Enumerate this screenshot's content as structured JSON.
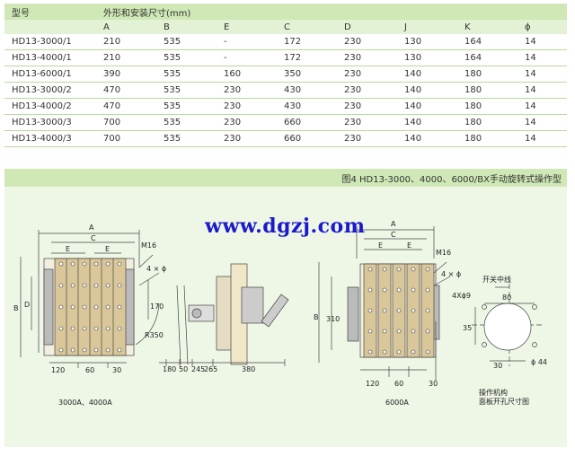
{
  "table": {
    "model_header": "型号",
    "group_header": "外形和安装尺寸(mm)",
    "columns": [
      "A",
      "B",
      "E",
      "C",
      "D",
      "J",
      "K",
      "ϕ"
    ],
    "rows": [
      {
        "model": "HD13-3000/1",
        "values": [
          "210",
          "535",
          "-",
          "172",
          "230",
          "130",
          "164",
          "14"
        ]
      },
      {
        "model": "HD13-4000/1",
        "values": [
          "210",
          "535",
          "-",
          "172",
          "230",
          "130",
          "164",
          "14"
        ]
      },
      {
        "model": "HD13-6000/1",
        "values": [
          "390",
          "535",
          "160",
          "350",
          "230",
          "140",
          "180",
          "14"
        ]
      },
      {
        "model": "HD13-3000/2",
        "values": [
          "470",
          "535",
          "230",
          "430",
          "230",
          "140",
          "180",
          "14"
        ]
      },
      {
        "model": "HD13-4000/2",
        "values": [
          "470",
          "535",
          "230",
          "430",
          "230",
          "140",
          "180",
          "14"
        ]
      },
      {
        "model": "HD13-3000/3",
        "values": [
          "700",
          "535",
          "230",
          "660",
          "230",
          "140",
          "180",
          "14"
        ]
      },
      {
        "model": "HD13-4000/3",
        "values": [
          "700",
          "535",
          "230",
          "660",
          "230",
          "140",
          "180",
          "14"
        ]
      }
    ]
  },
  "figure": {
    "title": "图4 HD13-3000、4000、6000/BX手动旋转式操作型",
    "watermark": "www.dgzj.com",
    "left_caption": "3000A、4000A",
    "right_caption": "6000A",
    "panel_caption_1": "操作机构",
    "panel_caption_2": "面板开孔尺寸图",
    "switch_center_label": "开关中线",
    "labels": {
      "A": "A",
      "C": "C",
      "E": "E",
      "B": "B",
      "D": "D",
      "m16": "M16",
      "hole": "4 × ϕ",
      "r350": "R350",
      "d170": "170",
      "d120": "120",
      "d60": "60",
      "d30": "30",
      "d180": "180",
      "d50": "50",
      "d245": "245",
      "d265": "265",
      "d380": "380",
      "d310": "310",
      "d4phi9": "4Xϕ9",
      "d80": "80",
      "d35": "35",
      "d44": "ϕ 44"
    }
  }
}
